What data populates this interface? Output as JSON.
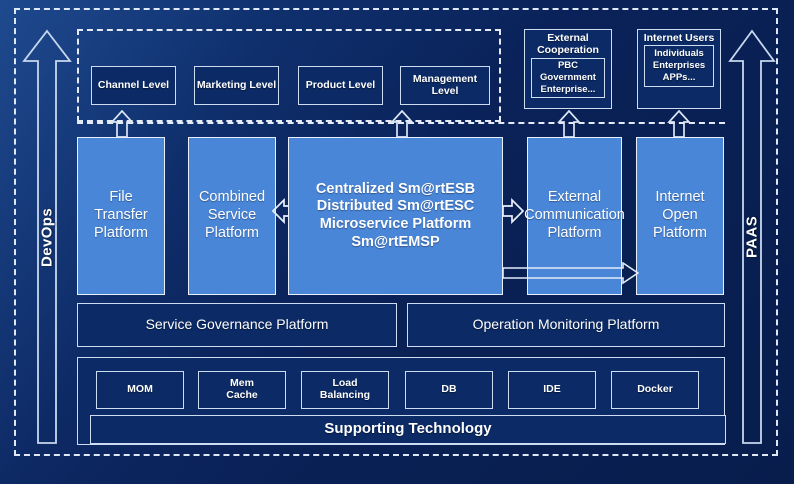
{
  "diagram": {
    "title": "Enterprise Integration Platform Architecture",
    "colors": {
      "background_dark": "#0a2259",
      "box_navy": "#0b2a66",
      "box_blue": "#4a86d8",
      "outline": "#cddcf0",
      "text": "#ffffff"
    }
  },
  "side_bars": {
    "left": {
      "label": "DevOps",
      "direction": "up"
    },
    "right": {
      "label": "PAAS",
      "direction": "up"
    }
  },
  "business_levels": {
    "items": [
      {
        "label": "Channel Level"
      },
      {
        "label": "Marketing Level"
      },
      {
        "label": "Product Level"
      },
      {
        "label": "Management Level"
      }
    ]
  },
  "external_groups": [
    {
      "title": "External Cooperation",
      "body": "PBC Government Enterprise..."
    },
    {
      "title": "Internet Users",
      "body": "Individuals Enterprises APPs..."
    }
  ],
  "platforms": [
    {
      "label": "File Transfer Platform"
    },
    {
      "label": "Combined Service Platform"
    },
    {
      "label": "Centralized Sm@rtESB\nDistributed Sm@rtESC\nMicroservice Platform Sm@rtEMSP"
    },
    {
      "label": "External Communication Platform"
    },
    {
      "label": "Internet Open Platform"
    }
  ],
  "platform_lines": {
    "file_transfer": [
      "File",
      "Transfer",
      "Platform"
    ],
    "combined_service": [
      "Combined",
      "Service",
      "Platform"
    ],
    "center": [
      "Centralized Sm@rtESB",
      "Distributed Sm@rtESC",
      "Microservice Platform Sm@rtEMSP"
    ],
    "external_communication": [
      "External",
      "Communication",
      "Platform"
    ],
    "internet_open": [
      "Internet",
      "Open",
      "Platform"
    ]
  },
  "management_row": [
    {
      "label": "Service Governance Platform"
    },
    {
      "label": "Operation Monitoring Platform"
    }
  ],
  "technology_row": {
    "items": [
      {
        "label": "MOM"
      },
      {
        "label": "Mem Cache"
      },
      {
        "label": "DB"
      },
      {
        "label": "IDE"
      },
      {
        "label": "Docker"
      },
      {
        "label": "Load Balancing"
      }
    ],
    "items_ordered": [
      {
        "lines": [
          "MOM"
        ]
      },
      {
        "lines": [
          "Mem",
          "Cache"
        ]
      },
      {
        "lines": [
          "Load",
          "Balancing"
        ]
      },
      {
        "lines": [
          "DB"
        ]
      },
      {
        "lines": [
          "IDE"
        ]
      },
      {
        "lines": [
          "Docker"
        ]
      }
    ],
    "banner": "Supporting Technology"
  },
  "connectors": {
    "up_arrows": 4,
    "left_arrow": "combined-service-to-center",
    "right_arrow": "center-to-external-communication",
    "flat_arrow": "center-to-internet-open"
  }
}
